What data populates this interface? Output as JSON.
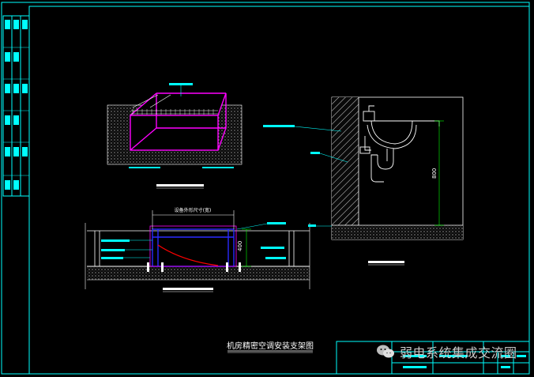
{
  "drawing": {
    "title": "机房精密空调安装支架图",
    "side_dimension": "800",
    "bottom_dimension": "400",
    "top_dimension": "设备外形尺寸(宽)"
  },
  "watermark": {
    "text": "弱电系统集成交流圈",
    "icon": "wechat-icon"
  },
  "colors": {
    "background": "#000000",
    "frame": "#00ffff",
    "structure": "#ffffff",
    "frame_magenta": "#ff00ff",
    "frame_blue": "#2a2aff",
    "arc_red": "#ff0000",
    "label_bar": "#00ffff",
    "dimension": "#00ff00"
  }
}
